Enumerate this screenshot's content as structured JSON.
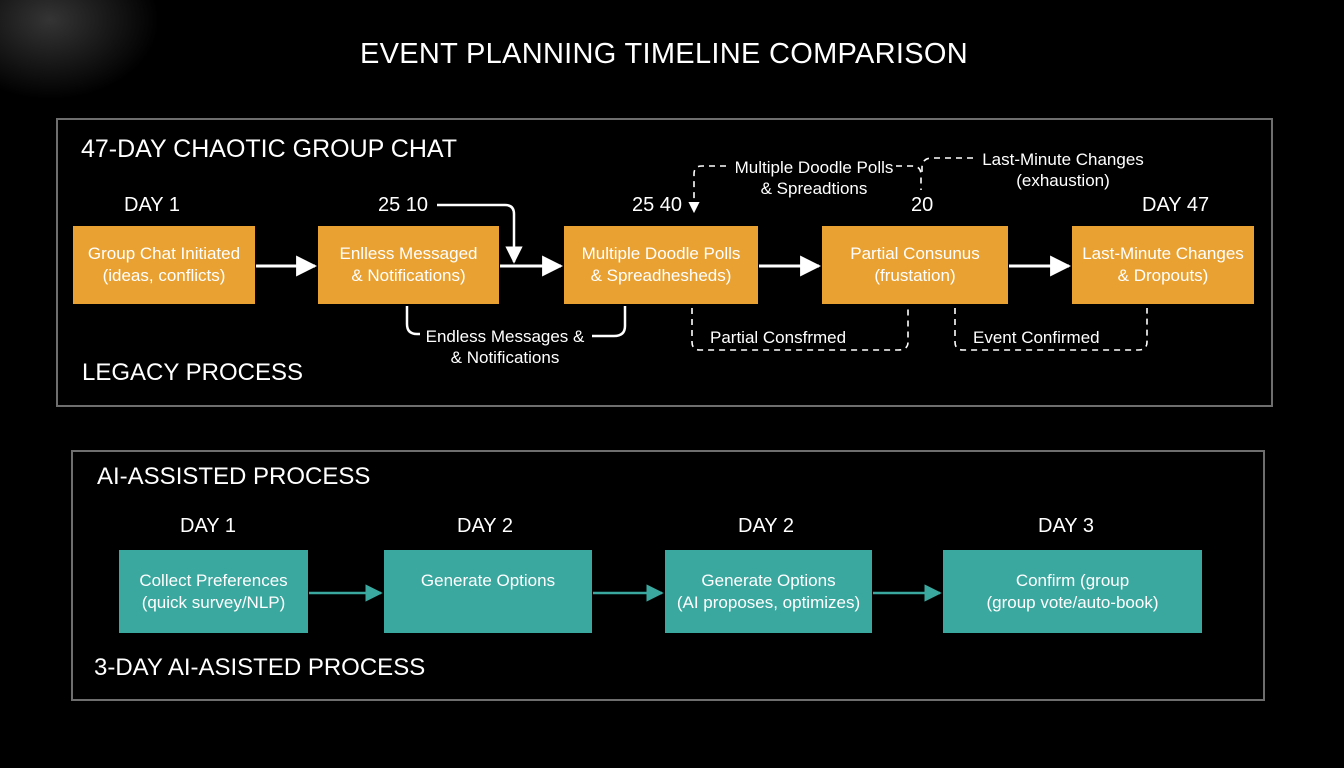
{
  "title": "EVENT PLANNING TIMELINE COMPARISON",
  "legacy": {
    "heading": "47-DAY CHAOTIC GROUP CHAT",
    "footer": "LEGACY PROCESS",
    "day_labels": [
      "DAY 1",
      "25 10",
      "25 40",
      "20",
      "DAY 47"
    ],
    "steps": [
      {
        "line1": "Group Chat Initiated",
        "line2": "(ideas, conflicts)"
      },
      {
        "line1": "Enlless Messaged",
        "line2": "& Notifications)"
      },
      {
        "line1": "Multiple Doodle Polls",
        "line2": "& Spreadheshеds)"
      },
      {
        "line1": "Partial Consunus",
        "line2": "(frustation)"
      },
      {
        "line1": "Last-Minute Changes",
        "line2": "& Dropouts)"
      }
    ],
    "annotations": {
      "doodle": {
        "line1": "Multiple Doodle Polls",
        "line2": "& Spreadtions"
      },
      "last_minute": {
        "line1": "Last-Minute Changes",
        "line2": "(exhaustion)"
      },
      "endless": {
        "line1": "Endless Messages &",
        "line2": "& Notifications"
      },
      "partial": "Partial Consfrmed",
      "event": "Event Confirmed"
    }
  },
  "ai": {
    "heading": "AI-ASSISTED PROCESS",
    "footer": "3-DAY AI-ASISTED PROCESS",
    "day_labels": [
      "DAY 1",
      "DAY 2",
      "DAY 2",
      "DAY 3"
    ],
    "steps": [
      {
        "line1": "Collect Preferences",
        "line2": "(quick survey/NLP)"
      },
      {
        "line1": "Generate Options",
        "line2": ""
      },
      {
        "line1": "Generate Options",
        "line2": "(AI proposes, optimizes)"
      },
      {
        "line1": "Confirm (group",
        "line2": "(group vote/auto-book)"
      }
    ]
  },
  "colors": {
    "background": "#000000",
    "legacy_box": "#e9a132",
    "ai_box": "#3aa89f",
    "ai_arrow": "#3aa89f",
    "panel_border": "#6e6e6e",
    "text": "#ffffff"
  }
}
